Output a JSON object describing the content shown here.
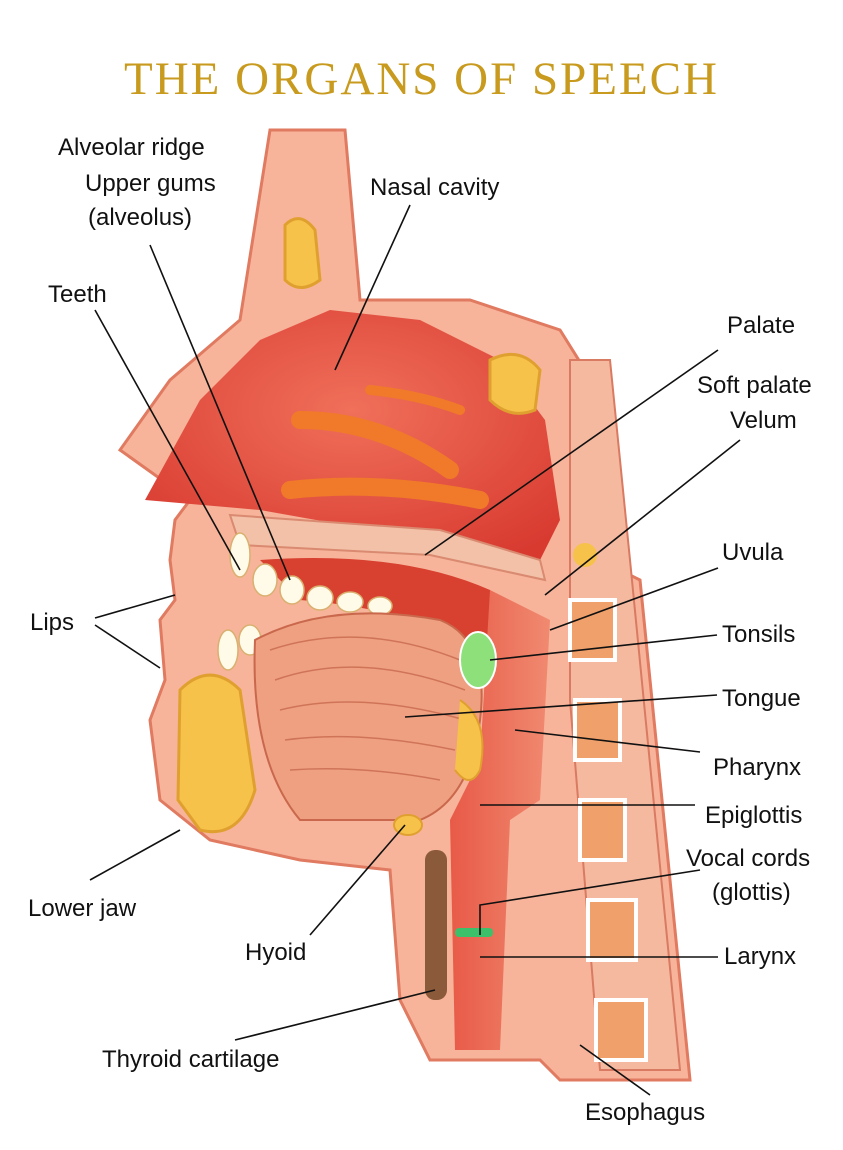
{
  "title": "THE ORGANS OF SPEECH",
  "labels": {
    "alveolar_ridge": "Alveolar ridge",
    "upper_gums": "Upper gums",
    "alveolus": "(alveolus)",
    "nasal_cavity": "Nasal cavity",
    "teeth": "Teeth",
    "palate": "Palate",
    "soft_palate": "Soft palate",
    "velum": "Velum",
    "uvula": "Uvula",
    "lips": "Lips",
    "tonsils": "Tonsils",
    "tongue": "Tongue",
    "pharynx": "Pharynx",
    "epiglottis": "Epiglottis",
    "vocal_cords": "Vocal cords",
    "glottis": "(glottis)",
    "lower_jaw": "Lower jaw",
    "hyoid": "Hyoid",
    "larynx": "Larynx",
    "thyroid_cartilage": "Thyroid cartilage",
    "esophagus": "Esophagus"
  },
  "colors": {
    "title": "#c89a1e",
    "tissue": "#f4a58a",
    "cavity": "#e0483a",
    "bone": "#f6c24a",
    "tonsil": "#8de07a",
    "cord": "#3cc06a"
  }
}
